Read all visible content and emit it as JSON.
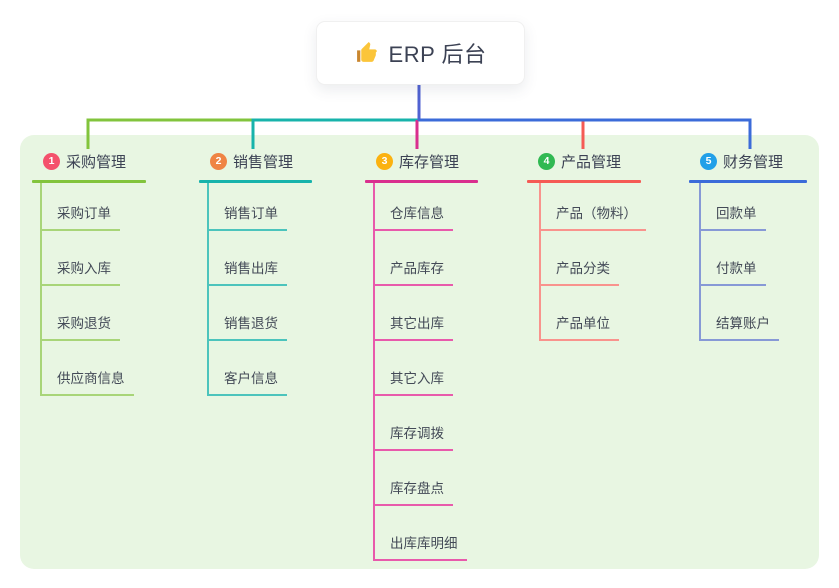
{
  "root": {
    "title": "ERP 后台",
    "icon": "thumbs-up-icon"
  },
  "colors": {
    "panel_bg": "#e8f6e2",
    "root_line": "#5062d2",
    "title_text": "#3c4254",
    "child_text": "#434a57"
  },
  "branches": [
    {
      "num": "1",
      "label": "采购管理",
      "badge_color": "#f4516c",
      "line_color": "#82c43c",
      "child_line_color": "#a8d578",
      "children": [
        "采购订单",
        "采购入库",
        "采购退货",
        "供应商信息"
      ]
    },
    {
      "num": "2",
      "label": "销售管理",
      "badge_color": "#ef8444",
      "line_color": "#17b3ab",
      "child_line_color": "#4cc4bc",
      "children": [
        "销售订单",
        "销售出库",
        "销售退货",
        "客户信息"
      ]
    },
    {
      "num": "3",
      "label": "库存管理",
      "badge_color": "#fbb210",
      "line_color": "#d92f8e",
      "child_line_color": "#e85aab",
      "children": [
        "仓库信息",
        "产品库存",
        "其它出库",
        "其它入库",
        "库存调拨",
        "库存盘点",
        "出库库明细"
      ]
    },
    {
      "num": "4",
      "label": "产品管理",
      "badge_color": "#30b952",
      "line_color": "#f55b55",
      "child_line_color": "#f9938d",
      "children": [
        "产品（物料）",
        "产品分类",
        "产品单位"
      ]
    },
    {
      "num": "5",
      "label": "财务管理",
      "badge_color": "#22a0e8",
      "line_color": "#3b6bd9",
      "child_line_color": "#8799d6",
      "children": [
        "回款单",
        "付款单",
        "结算账户"
      ]
    }
  ]
}
